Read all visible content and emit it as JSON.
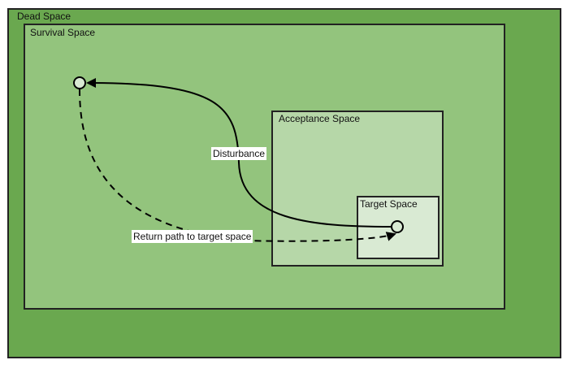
{
  "regions": {
    "dead_space": {
      "label": "Dead Space",
      "color": "#6aa84f"
    },
    "survival_space": {
      "label": "Survival Space",
      "color": "#93c47d"
    },
    "acceptance_space": {
      "label": "Acceptance Space",
      "color": "#b6d7a8"
    },
    "target_space": {
      "label": "Target Space",
      "color": "#d9ead3"
    }
  },
  "edges": {
    "disturbance": {
      "label": "Disturbance"
    },
    "return_path": {
      "label": "Return path to target space"
    }
  },
  "colors": {
    "stroke": "#000000",
    "node_fill": "#d9ead3"
  }
}
